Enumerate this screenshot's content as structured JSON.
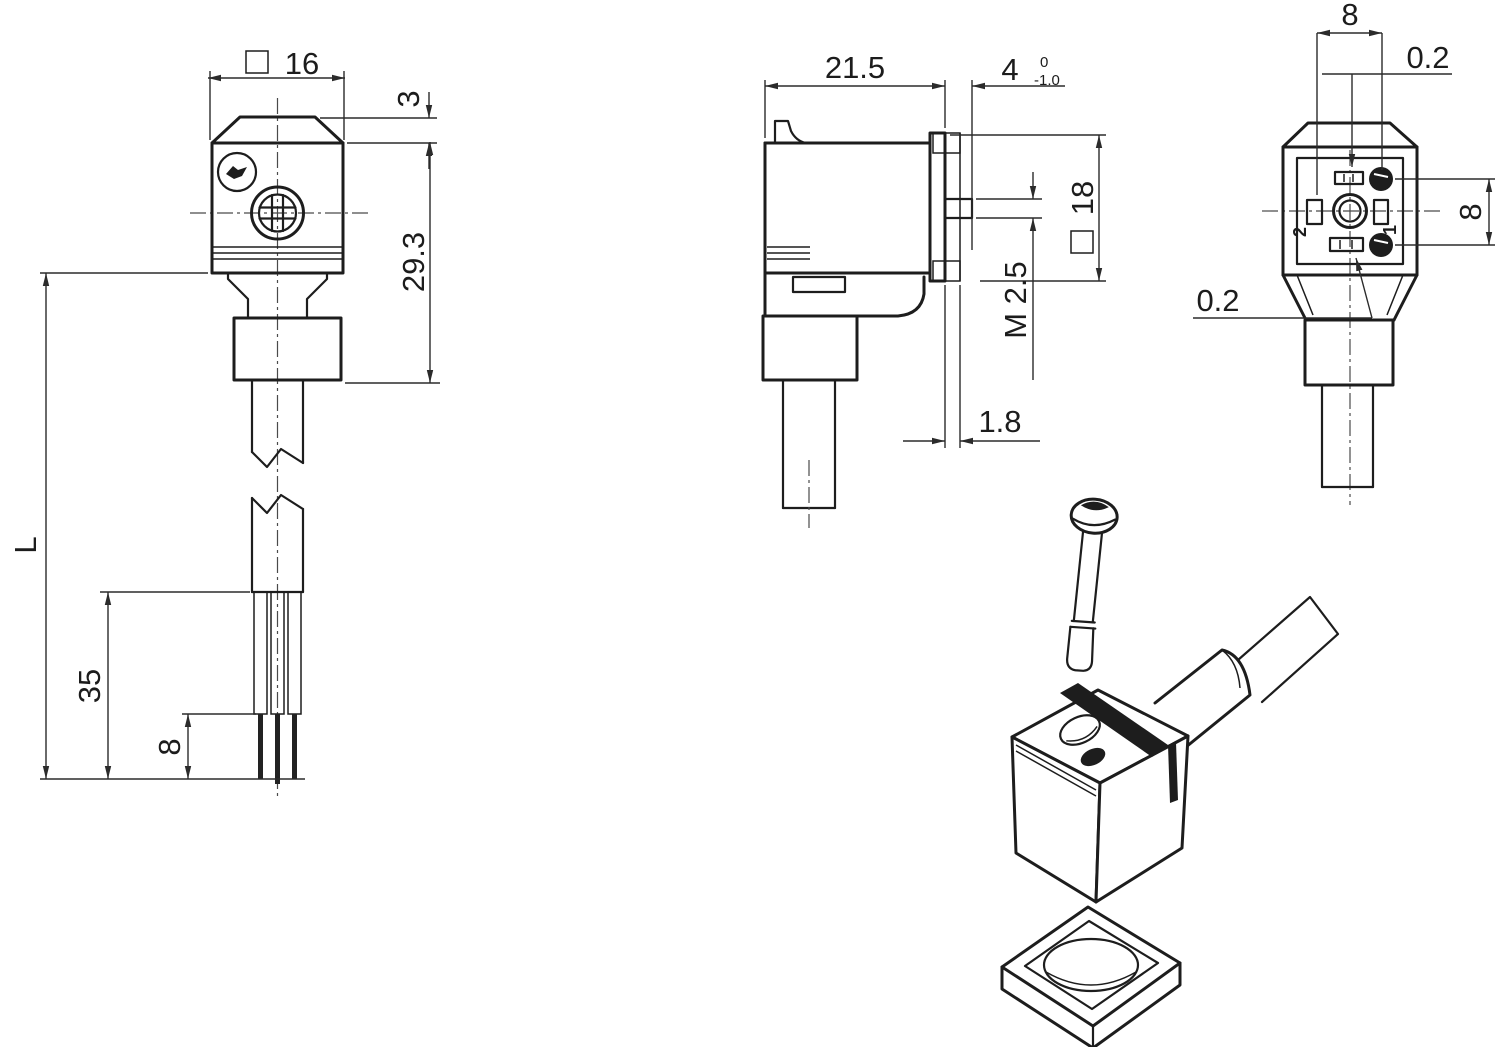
{
  "meta": {
    "type": "technical-dimension-drawing",
    "subject": "valve connector (form C) with moulded cable, mounting screw and flat gasket"
  },
  "colors": {
    "background": "#ffffff",
    "line": "#1d1d1d",
    "dimension": "#2b2b2b"
  },
  "front_view": {
    "dims": {
      "width": "16",
      "cap_height": "3",
      "body_height": "29.3",
      "cable_length": "L",
      "jacket_strip": "35",
      "wire_strip": "8"
    }
  },
  "side_view": {
    "dims": {
      "width": "21.5",
      "pin_length": "4",
      "pin_length_tol_upper": "0",
      "pin_length_tol_lower": "-1.0",
      "flange_square": "18",
      "center_screw_thread": "M 2.5",
      "gasket_gap": "1.8"
    }
  },
  "face_view": {
    "dims": {
      "pin_pitch_top": "8",
      "offset_top": "0.2",
      "pin_pitch_right": "8",
      "offset_left": "0.2"
    },
    "pins": {
      "pin1": "1",
      "pin2": "2"
    }
  }
}
